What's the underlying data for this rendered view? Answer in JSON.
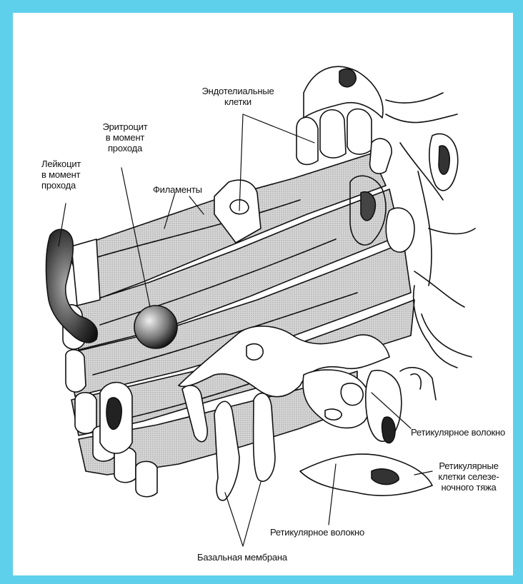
{
  "labels": {
    "endothelial": [
      "Эндотелиальные",
      "клетки"
    ],
    "erythrocyte": [
      "Эритроцит",
      "в момент",
      "прохода"
    ],
    "leukocyte": [
      "Лейкоцит",
      "в момент",
      "прохода"
    ],
    "filaments": "Филаменты",
    "reticular_fiber_right": "Ретикулярное волокно",
    "reticular_cells": [
      "Ретикулярные",
      "клетки селезе-",
      "ночного тяжа"
    ],
    "reticular_fiber_bottom": "Ретикулярное волокно",
    "basal_membrane": "Базальная мембрана"
  },
  "colors": {
    "border": "#5fd0ec",
    "background": "#ffffff",
    "ink": "#111111",
    "hatch": "#b5b5b5"
  }
}
